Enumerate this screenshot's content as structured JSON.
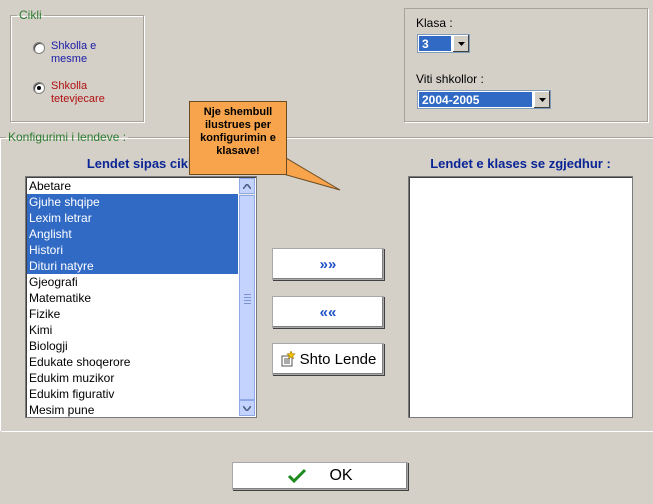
{
  "cikli": {
    "legend": "Cikli",
    "options": [
      {
        "label_line1": "Shkolla e",
        "label_line2": "mesme",
        "checked": false,
        "color": "#1a1aa6"
      },
      {
        "label_line1": "Shkolla",
        "label_line2": "tetevjecare",
        "checked": true,
        "color": "#b01010"
      }
    ]
  },
  "klasa": {
    "label": "Klasa :",
    "value": "3"
  },
  "viti": {
    "label": "Viti shkollor :",
    "value": "2004-2005"
  },
  "config": {
    "legend": "Konfigurimi i lendeve :"
  },
  "left_list": {
    "header": "Lendet sipas cikli",
    "items": [
      {
        "text": "Abetare",
        "selected": false
      },
      {
        "text": "Gjuhe shqipe",
        "selected": true
      },
      {
        "text": "Lexim letrar",
        "selected": true
      },
      {
        "text": "Anglisht",
        "selected": true
      },
      {
        "text": "Histori",
        "selected": true
      },
      {
        "text": "Dituri natyre",
        "selected": true
      },
      {
        "text": "Gjeografi",
        "selected": false
      },
      {
        "text": "Matematike",
        "selected": false
      },
      {
        "text": "Fizike",
        "selected": false
      },
      {
        "text": "Kimi",
        "selected": false
      },
      {
        "text": "Biologji",
        "selected": false
      },
      {
        "text": "Edukate shoqerore",
        "selected": false
      },
      {
        "text": "Edukim muzikor",
        "selected": false
      },
      {
        "text": "Edukim figurativ",
        "selected": false
      },
      {
        "text": "Mesim pune",
        "selected": false
      }
    ]
  },
  "right_list": {
    "header": "Lendet e klases se zgjedhur :",
    "items": []
  },
  "buttons": {
    "move_right": "»»",
    "move_left": "««",
    "add_subject": "Shto Lende",
    "ok": "OK"
  },
  "tooltip": {
    "line1": "Nje shembull",
    "line2": "ilustrues per",
    "line3": "konfigurimin e",
    "line4": "klasave!"
  },
  "colors": {
    "selection": "#316ac5",
    "header_text": "#0a2594",
    "legend_text": "#2e7d32",
    "tooltip_bg": "#f7a44c",
    "ok_check": "#1d8a1d"
  }
}
